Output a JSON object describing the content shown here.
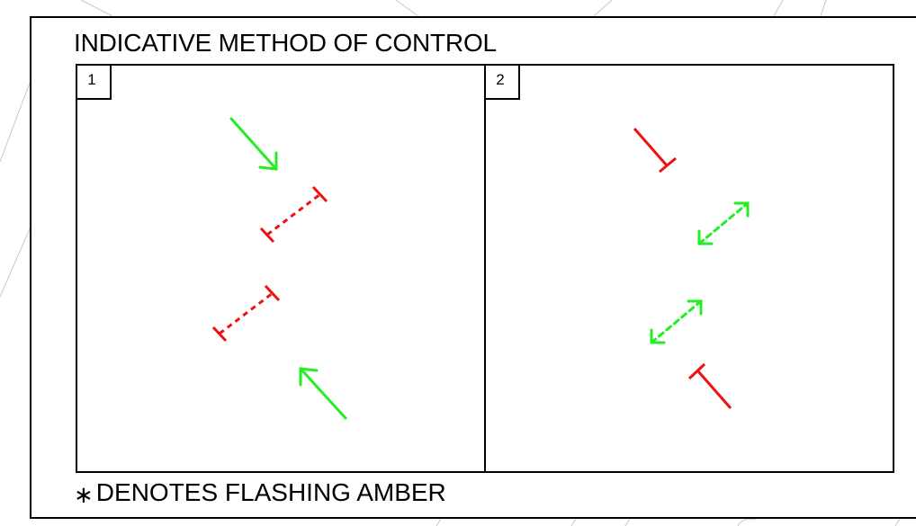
{
  "title": "INDICATIVE METHOD OF CONTROL",
  "panels": [
    {
      "label": "1"
    },
    {
      "label": "2"
    }
  ],
  "footnote": {
    "symbol": "∗",
    "text": "DENOTES FLASHING AMBER"
  },
  "colors": {
    "go": "#22ee22",
    "stop": "#ee1111",
    "outline": "#000000",
    "background_lines": "#c8c8c8"
  },
  "icons": {
    "go_arrow": "green-arrow-icon",
    "stop_bar": "red-stop-bar-icon",
    "flashing_go": "green-dashed-double-arrow-icon",
    "flashing_stop": "red-dashed-stop-icon"
  }
}
